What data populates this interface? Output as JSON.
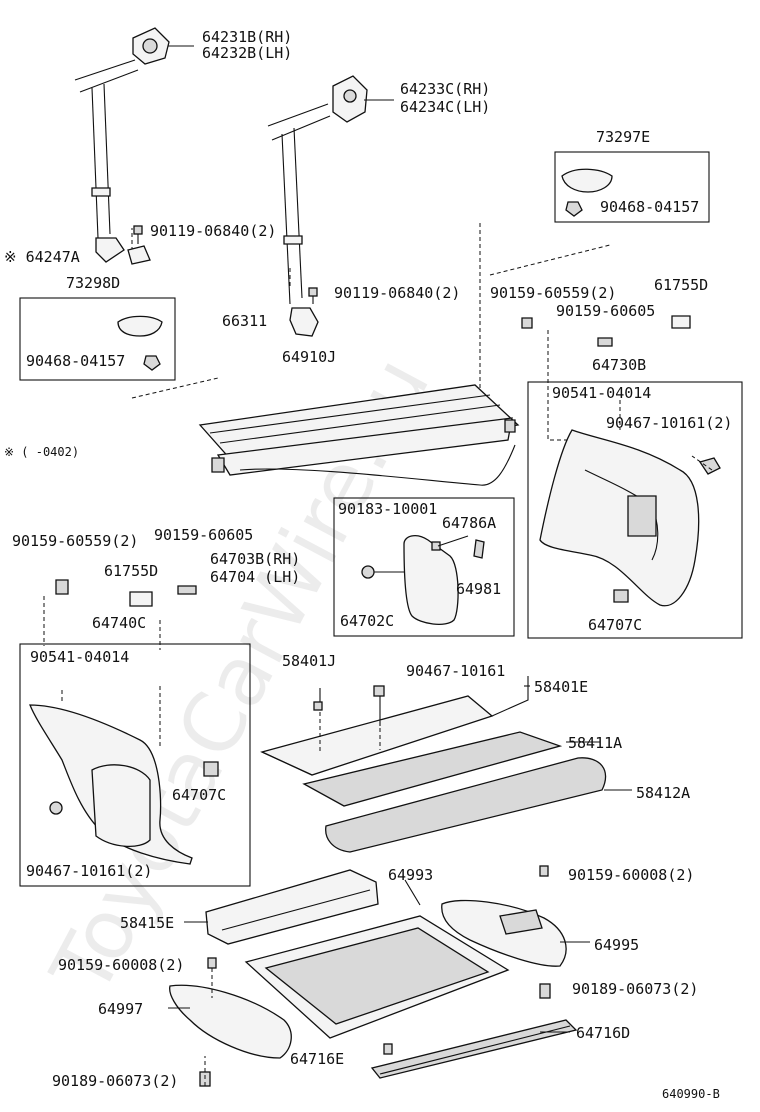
{
  "watermark": "ToyotaCarWire.ru",
  "labels": {
    "p64231b": "64231B(RH)",
    "p64232b": "64232B(LH)",
    "p64233c": "64233C(RH)",
    "p64234c": "64234C(LH)",
    "p73297e": "73297E",
    "p90468_rh": "90468-04157",
    "p90119_a": "90119-06840(2)",
    "p64247a": "※ 64247A",
    "p73298d": "73298D",
    "p90119_b": "90119-06840(2)",
    "p90159_60559_rh": "90159-60559(2)",
    "p61755d_rh": "61755D",
    "p90159_60605_rh": "90159-60605",
    "p66311": "66311",
    "p90468_lh": "90468-04157",
    "p64910j": "64910J",
    "p64730b": "64730B",
    "p90541_rh": "90541-04014",
    "p90467_rh": "90467-10161(2)",
    "footnote": "※ (    -0402)",
    "p90183": "90183-10001",
    "p64786a": "64786A",
    "p90159_60559_lh": "90159-60559(2)",
    "p90159_60605_lh": "90159-60605",
    "p64703b": "64703B(RH)",
    "p64704": "64704  (LH)",
    "p61755d_lh": "61755D",
    "p64981": "64981",
    "p64740c": "64740C",
    "p64702c": "64702C",
    "p64707c_rh": "64707C",
    "p90541_lh": "90541-04014",
    "p58401j": "58401J",
    "p90467_center": "90467-10161",
    "p58401e": "58401E",
    "p58411a": "58411A",
    "p58412a": "58412A",
    "p64707c_lh": "64707C",
    "p90467_lh": "90467-10161(2)",
    "p64993": "64993",
    "p90159_60008_rh": "90159-60008(2)",
    "p58415e": "58415E",
    "p64995": "64995",
    "p90159_60008_lh": "90159-60008(2)",
    "p90189_rh": "90189-06073(2)",
    "p64997": "64997",
    "p64716d": "64716D",
    "p64716e": "64716E",
    "p90189_lh": "90189-06073(2)",
    "diagram_code": "640990-B"
  }
}
